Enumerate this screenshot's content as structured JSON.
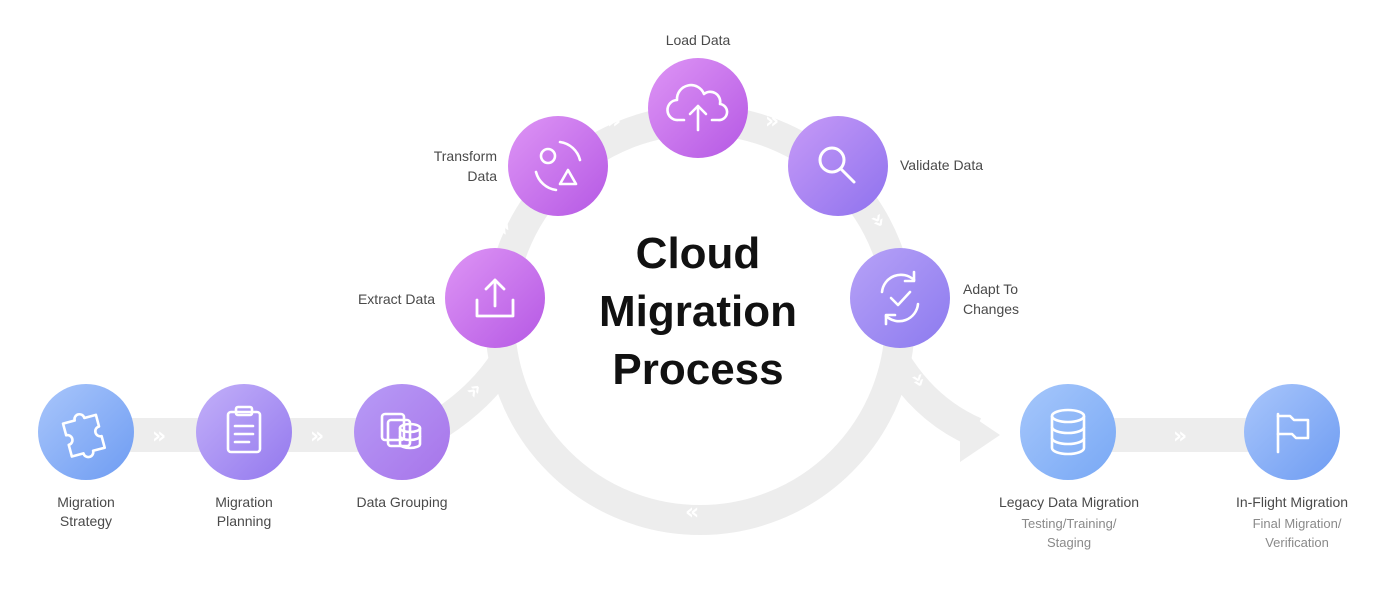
{
  "title": {
    "line1": "Cloud",
    "line2": "Migration",
    "line3": "Process"
  },
  "colors": {
    "path": "#ededed",
    "blue": "#7fb0f5",
    "lavender": "#a88cf0",
    "purple": "#c46ee8",
    "violet": "#9b7bf0",
    "label": "#4a4a4a",
    "sublabel": "#8a8a8a"
  },
  "steps": {
    "migration_strategy": {
      "line1": "Migration",
      "line2": "Strategy",
      "icon": "puzzle-icon"
    },
    "migration_planning": {
      "line1": "Migration",
      "line2": "Planning",
      "icon": "clipboard-icon"
    },
    "data_grouping": {
      "label": "Data Grouping",
      "icon": "database-files-icon"
    },
    "extract_data": {
      "label": "Extract Data",
      "icon": "upload-icon"
    },
    "transform_data": {
      "line1": "Transform",
      "line2": "Data",
      "icon": "transform-shapes-icon"
    },
    "load_data": {
      "label": "Load Data",
      "icon": "cloud-upload-icon"
    },
    "validate_data": {
      "label": "Validate Data",
      "icon": "search-icon"
    },
    "adapt_to_changes": {
      "line1": "Adapt To",
      "line2": "Changes",
      "icon": "refresh-check-icon"
    },
    "legacy_data_migration": {
      "label": "Legacy Data Migration",
      "sub1": "Testing/Training/",
      "sub2": "Staging",
      "icon": "database-icon"
    },
    "in_flight_migration": {
      "label": "In-Flight Migration",
      "sub1": "Final Migration/",
      "sub2": "Verification",
      "icon": "flag-icon"
    }
  }
}
